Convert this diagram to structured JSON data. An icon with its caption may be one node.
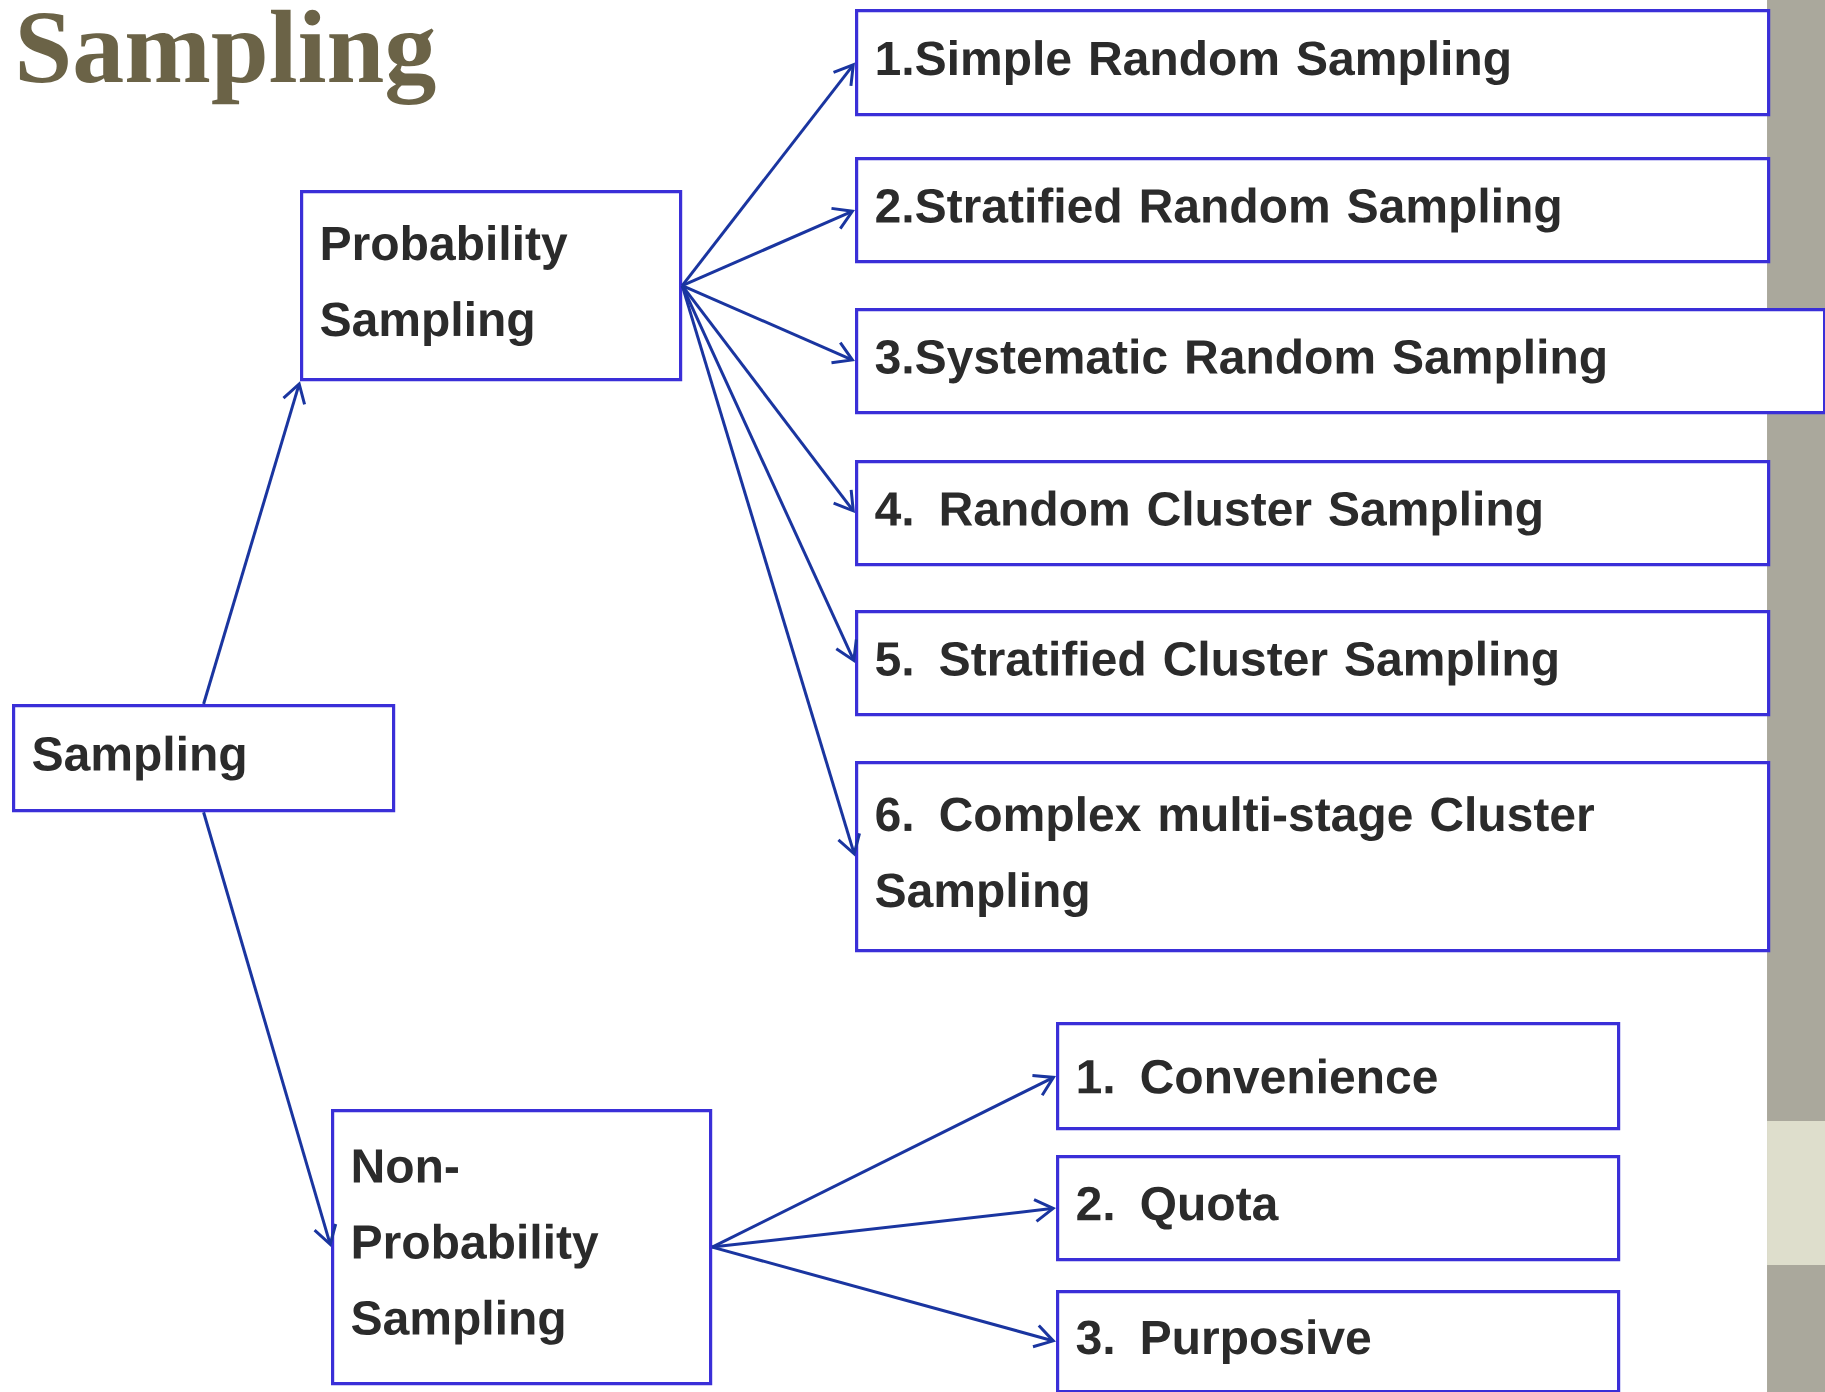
{
  "diagram": {
    "title": "Sampling",
    "nodes": [
      {
        "text": [
          "Sampling"
        ]
      },
      {
        "text": [
          "Probability Sampling"
        ]
      },
      {
        "text": [
          "Non-Probability Sampling"
        ]
      },
      {
        "text": [
          "1.Simple Random Sampling"
        ]
      },
      {
        "text": [
          "2.Stratified Random Sampling"
        ]
      },
      {
        "text": [
          "3.Systematic Random Sampling"
        ]
      },
      {
        "text": [
          "4. Random Cluster Sampling"
        ]
      },
      {
        "text": [
          "5. Stratified Cluster Sampling"
        ]
      },
      {
        "text": [
          "6. Complex multi-stage Cluster Sampling"
        ]
      },
      {
        "text": [
          "1. Convenience"
        ]
      },
      {
        "text": [
          "2. Quota"
        ]
      },
      {
        "text": [
          "3. Purposive"
        ]
      }
    ],
    "edges": [
      {
        "from": 0,
        "to": 1,
        "arrow": "to"
      },
      {
        "from": 0,
        "to": 2,
        "arrow": "to"
      },
      {
        "from": 1,
        "to": 3,
        "arrow": "to"
      },
      {
        "from": 1,
        "to": 4,
        "arrow": "to"
      },
      {
        "from": 1,
        "to": 5,
        "arrow": "to"
      },
      {
        "from": 1,
        "to": 6,
        "arrow": "to"
      },
      {
        "from": 1,
        "to": 7,
        "arrow": "to"
      },
      {
        "from": 1,
        "to": 8,
        "arrow": "to"
      },
      {
        "from": 2,
        "to": 9,
        "arrow": "to"
      },
      {
        "from": 2,
        "to": 10,
        "arrow": "to"
      },
      {
        "from": 2,
        "to": 11,
        "arrow": "to"
      }
    ]
  }
}
